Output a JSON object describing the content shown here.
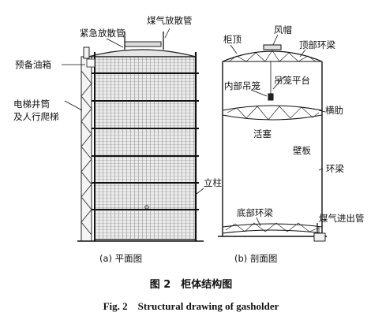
{
  "figure": {
    "title_cn": "图 2　柜体结构图",
    "title_en": "Fig. 2　Structural drawing of gasholder"
  },
  "elevation": {
    "caption": "(a) 平面图",
    "labels": {
      "emergency_vent_pipe": "紧急放散管",
      "gas_vent_pipe": "煤气放散管",
      "reserve_oil_tank": "预备油箱",
      "elevator_shaft": "电梯井筒",
      "ladder": "及人行爬梯",
      "column": "立柱"
    }
  },
  "section": {
    "caption": "(b) 剖面图",
    "labels": {
      "roof_top": "柜顶",
      "wind_cap": "风帽",
      "top_ring_beam": "顶部环梁",
      "internal_cage": "内部吊笼",
      "cage_platform": "吊笼平台",
      "rib": "横肋",
      "piston": "活塞",
      "wall_panel": "壁板",
      "ring_beam": "环梁",
      "bottom_ring_beam": "底部环梁",
      "gas_pipe": "煤气进出管"
    }
  }
}
